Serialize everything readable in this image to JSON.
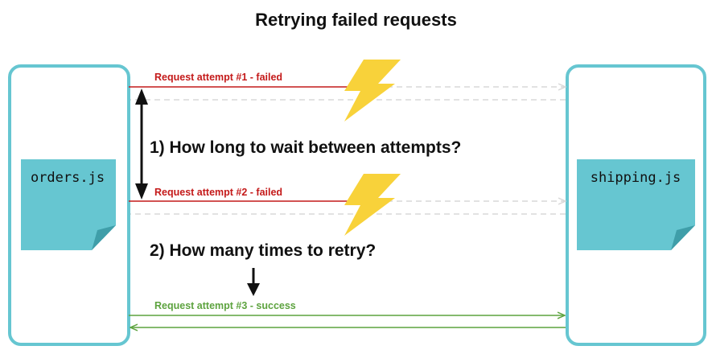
{
  "title": "Retrying failed requests",
  "services": {
    "left": "orders.js",
    "right": "shipping.js"
  },
  "attempts": [
    {
      "label": "Request attempt #1 - failed",
      "outcome": "failed"
    },
    {
      "label": "Request attempt #2 - failed",
      "outcome": "failed"
    },
    {
      "label": "Request attempt #3 - success",
      "outcome": "success"
    }
  ],
  "questions": {
    "wait": "1) How long to wait between attempts?",
    "retries": "2) How many times to retry?"
  },
  "colors": {
    "box_border": "#66c6d1",
    "doc_fill": "#66c6d1",
    "doc_fold": "#3f9ea9",
    "failed": "#c41a1a",
    "success": "#5da33f",
    "faded": "#d9d9d9",
    "bolt": "#f8d23a",
    "text": "#111111"
  },
  "icons": {
    "failure": "lightning-bolt-icon"
  }
}
